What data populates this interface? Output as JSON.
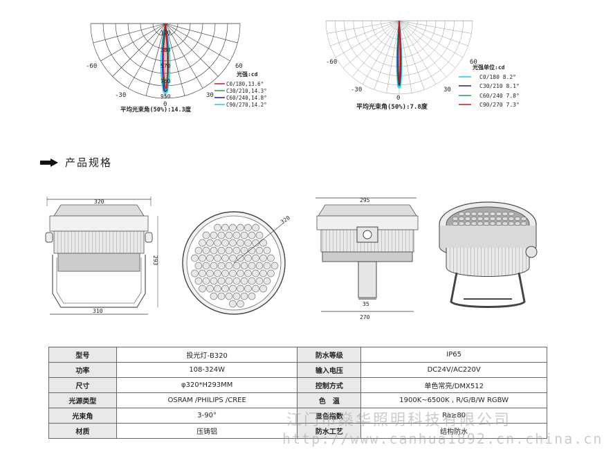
{
  "polar_left": {
    "ticks": [
      "120",
      "380",
      "570",
      "760",
      "950"
    ],
    "zero_label": "0",
    "angle_labels": {
      "m60": "-60",
      "m30": "-30",
      "p60": "60",
      "p30": "30"
    },
    "unit_label": "光强:cd",
    "legend": [
      {
        "text": "C0/180,13.6°",
        "color": "#d0121b"
      },
      {
        "text": "C30/210,14.3°",
        "color": "#1aa34a"
      },
      {
        "text": "C60/240,14.8°",
        "color": "#1a1ab8"
      },
      {
        "text": "C90/270,14.2°",
        "color": "#1ec8e8"
      }
    ],
    "beam_text": "平均光束角(50%):14.3度"
  },
  "polar_right": {
    "zero_label": "0",
    "angle_labels": {
      "m60": "-60",
      "m30": "-30",
      "p60": "60",
      "p30": "30"
    },
    "unit_label": "光强单位:cd",
    "legend": [
      {
        "text": "C0/180 8.2°",
        "color": "#1ec8e8"
      },
      {
        "text": "C30/210 8.1°",
        "color": "#1a1ab8"
      },
      {
        "text": "C60/240 7.8°",
        "color": "#1aa34a"
      },
      {
        "text": "C90/270 7.3°",
        "color": "#d0121b"
      }
    ],
    "beam_text": "平均光束角(50%):7.8度"
  },
  "section_title": "产品规格",
  "dimensions": {
    "front_top": "320",
    "front_side": "293",
    "front_bottom": "310",
    "round_dia": "320",
    "side_top": "295",
    "side_small": "35",
    "side_bottom": "270"
  },
  "specs": [
    [
      "型号",
      "投光灯-B320",
      "防水等级",
      "IP65"
    ],
    [
      "功率",
      "108-324W",
      "输入电压",
      "DC24V/AC220V"
    ],
    [
      "尺寸",
      "φ320*H293MM",
      "控制方式",
      "单色常亮/DMX512"
    ],
    [
      "光源类型",
      "OSRAM /PHILIPS /CREE",
      "色　温",
      "1900K~6500K , R/G/B/W  RGBW"
    ],
    [
      "光束角",
      "3-90°",
      "显色指数",
      "Ra≥80"
    ],
    [
      "材质",
      "压铸铝",
      "防水工艺",
      "结构防水"
    ]
  ],
  "watermark_cn": "江门市燊华照明科技有限公司",
  "watermark_url": "http://www.canhua1892.cn.china.cn"
}
